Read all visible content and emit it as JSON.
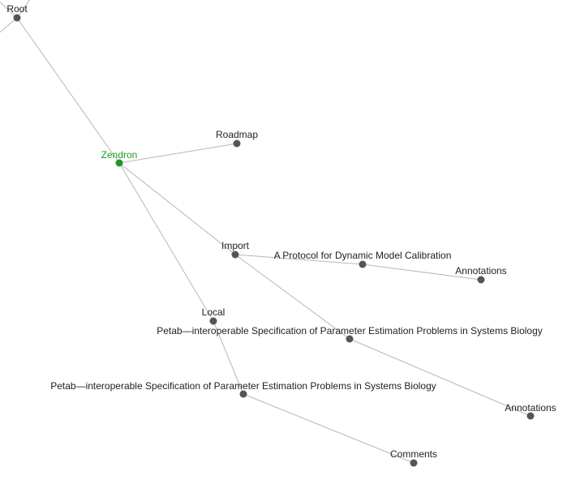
{
  "graph": {
    "accent_color": "#1e9a1e",
    "nodes": {
      "root": {
        "label": "Root"
      },
      "zendron": {
        "label": "Zendron",
        "active": true
      },
      "roadmap": {
        "label": "Roadmap"
      },
      "import": {
        "label": "Import"
      },
      "protocol": {
        "label": "A Protocol for Dynamic Model Calibration"
      },
      "annotations_1": {
        "label": "Annotations"
      },
      "petab_import": {
        "label": "Petab—interoperable Specification of Parameter Estimation Problems in Systems Biology"
      },
      "annotations_2": {
        "label": "Annotations"
      },
      "local": {
        "label": "Local"
      },
      "petab_local": {
        "label": "Petab—interoperable Specification of Parameter Estimation Problems in Systems Biology"
      },
      "comments": {
        "label": "Comments"
      }
    }
  }
}
